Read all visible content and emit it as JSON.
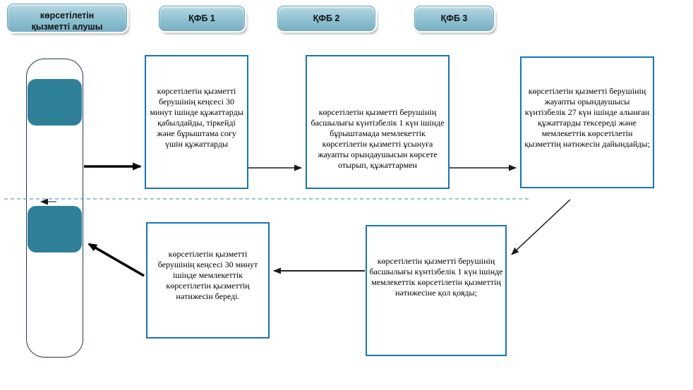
{
  "header": {
    "recipient": {
      "line1": "көрсетілетін",
      "line2": "қызметті алушы"
    },
    "kfb1": "ҚФБ 1",
    "kfb2": "ҚФБ 2",
    "kfb3": "ҚФБ 3"
  },
  "flow": {
    "box1": "көрсетілетін қызметті берушінің кеңсесі 30 минут ішінде құжаттарды қабылдайды, тіркейді және бұрыштама соғу үшін құжаттарды",
    "box2": "көрсетілетін қызметті берушінің басшылығы күнтізбелік 1 күн ішінде бұрыштамада мемлекеттік көрсетілетін қызметті ұсынуға жауапты орындаушысын көрсете отырып, құжаттармен",
    "box3": "көрсетілетін қызметті берушінің жауапты орындаушысы күнтізбелік 27 күн ішінде алынған құжаттарды тексереді және мемлекеттік көрсетілетін қызметтің нәтижесін дайындайды;",
    "box4": "көрсетілетін қызметті берушінің басшылығы күнтізбелік 1 күн ішінде мемлекеттік көрсетілетін қызметтің нәтижесіне қол қояды;",
    "box5": "көрсетілетін қызметті берушінің кеңсесі 30 минут ішінде мемлекеттік көрсетілетін қызметтің нәтижесін береді."
  },
  "colors": {
    "header_fill": "#8ec1d1",
    "teal_block": "#2e8098",
    "process_border": "#1574bf",
    "lane_border": "#24365c",
    "dashed_line": "#58a0bd",
    "arrow": "#000000"
  }
}
